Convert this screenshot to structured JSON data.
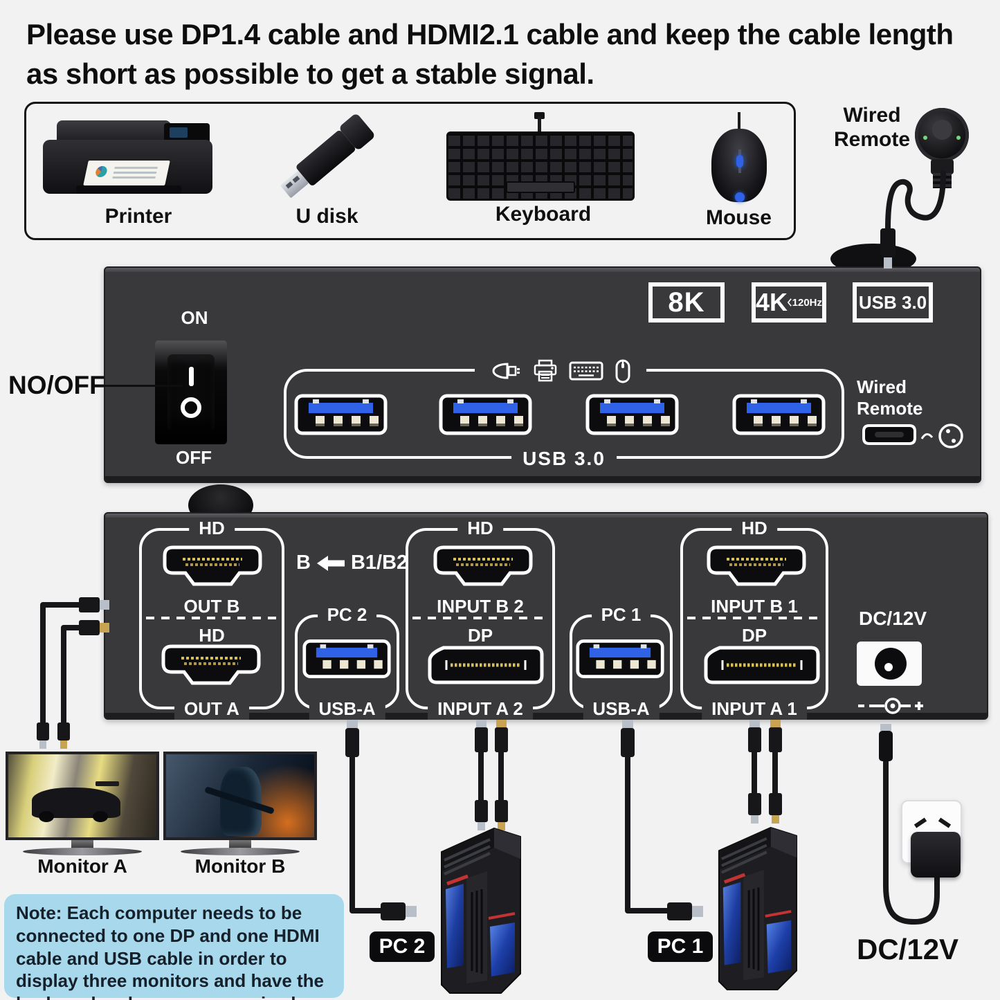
{
  "title": "Please use DP1.4 cable and HDMI2.1 cable and keep the cable length as short as possible to get a stable signal.",
  "colors": {
    "panel": "#39393b",
    "note_bg": "#a8d8ec",
    "usb_blue": "#2f62e6",
    "background": "#f2f2f2"
  },
  "icons": {
    "device_icons": [
      "usb-disk-icon",
      "printer-icon",
      "keyboard-icon",
      "mouse-icon"
    ],
    "remote_icon": "wired-remote-icon",
    "power_polarity_icon": "dc-polarity-icon"
  },
  "devices_box": {
    "printer_label": "Printer",
    "udisk_label": "U disk",
    "keyboard_label": "Keyboard",
    "mouse_label": "Mouse"
  },
  "wired_remote_top_label": "Wired Remote",
  "top_panel": {
    "badge_8k": "8K",
    "badge_4k": "4K",
    "badge_4k_sub": "120Hz",
    "badge_usb": "USB 3.0",
    "on_label": "ON",
    "off_label": "OFF",
    "power_callout": "NO/OFF",
    "usb_group_label": "USB 3.0",
    "wired_remote_label": "Wired Remote"
  },
  "rear_panel": {
    "out_group": {
      "top_label": "HD",
      "upper_port_label": "OUT B",
      "mid_label": "HD",
      "bottom_label": "OUT A"
    },
    "routing": {
      "target": "B",
      "sources": "B1/B2"
    },
    "pc2_group": {
      "label": "PC 2",
      "port_label": "USB-A"
    },
    "input2_group": {
      "top_label": "HD",
      "upper_port_label": "INPUT B 2",
      "mid_label": "DP",
      "bottom_label": "INPUT A 2"
    },
    "pc1_group": {
      "label": "PC 1",
      "port_label": "USB-A"
    },
    "input1_group": {
      "top_label": "HD",
      "upper_port_label": "INPUT B 1",
      "mid_label": "DP",
      "bottom_label": "INPUT A 1"
    },
    "dc_label": "DC/12V"
  },
  "bottom": {
    "monitor_a_label": "Monitor A",
    "monitor_b_label": "Monitor B",
    "note": "Note: Each computer needs to be connected to one DP and one HDMI cable and USB cable in order to display three monitors and have the keyboard and mouse recognized.",
    "pc2_label": "PC 2",
    "pc1_label": "PC 1",
    "dc_label": "DC/12V"
  }
}
